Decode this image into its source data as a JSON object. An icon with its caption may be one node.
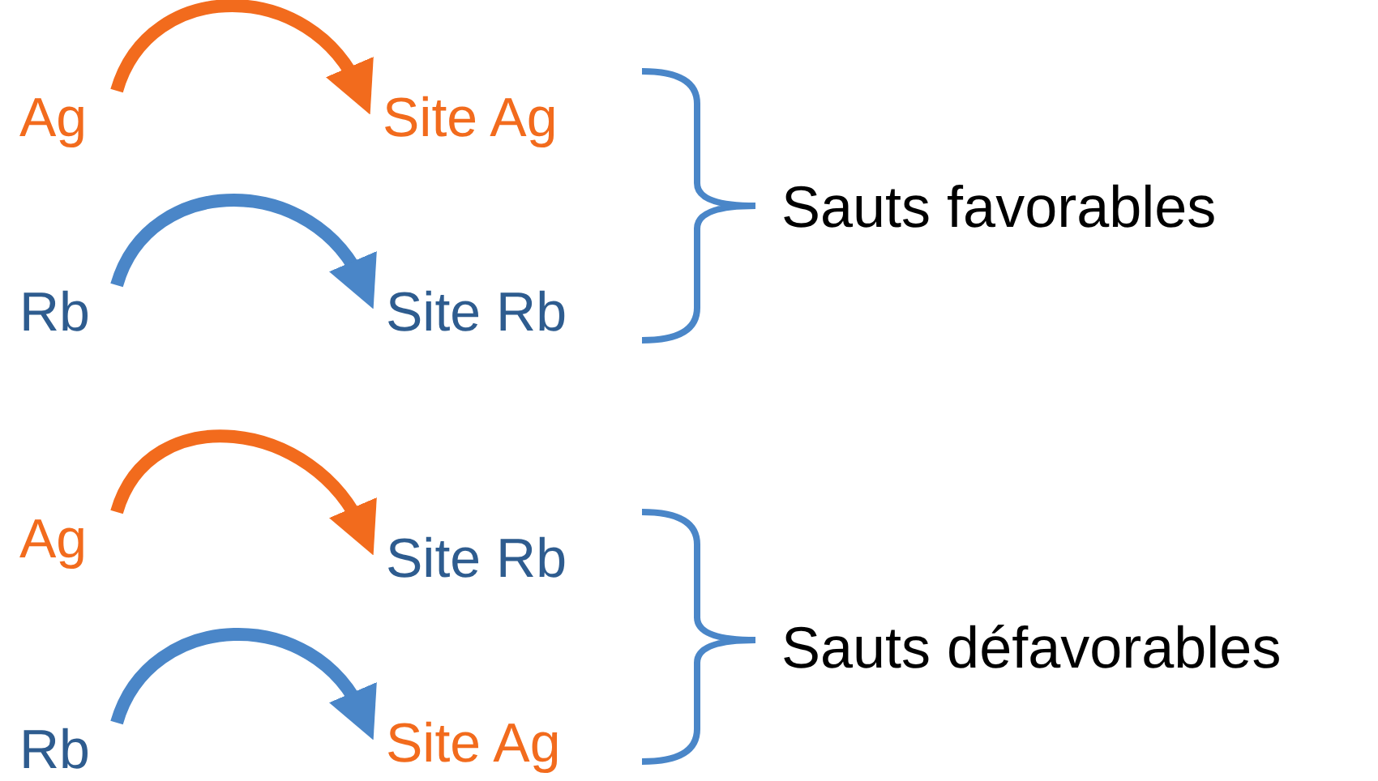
{
  "diagram": {
    "nodes": [
      {
        "text": [
          "Ag"
        ]
      },
      {
        "text": [
          "Site Ag"
        ]
      },
      {
        "text": [
          "Rb"
        ]
      },
      {
        "text": [
          "Site Rb"
        ]
      },
      {
        "text": [
          "Ag"
        ]
      },
      {
        "text": [
          "Site Rb"
        ]
      },
      {
        "text": [
          "Rb"
        ]
      },
      {
        "text": [
          "Site Ag"
        ]
      }
    ],
    "edges": [
      {
        "from": 0,
        "to": 1,
        "arrow": "to",
        "color": "#f26b1d"
      },
      {
        "from": 2,
        "to": 3,
        "arrow": "to",
        "color": "#4a86c8"
      },
      {
        "from": 4,
        "to": 5,
        "arrow": "to",
        "color": "#f26b1d"
      },
      {
        "from": 6,
        "to": 7,
        "arrow": "to",
        "color": "#4a86c8"
      }
    ],
    "labels": [
      "Sauts favorables",
      "Sauts défavorables"
    ]
  }
}
